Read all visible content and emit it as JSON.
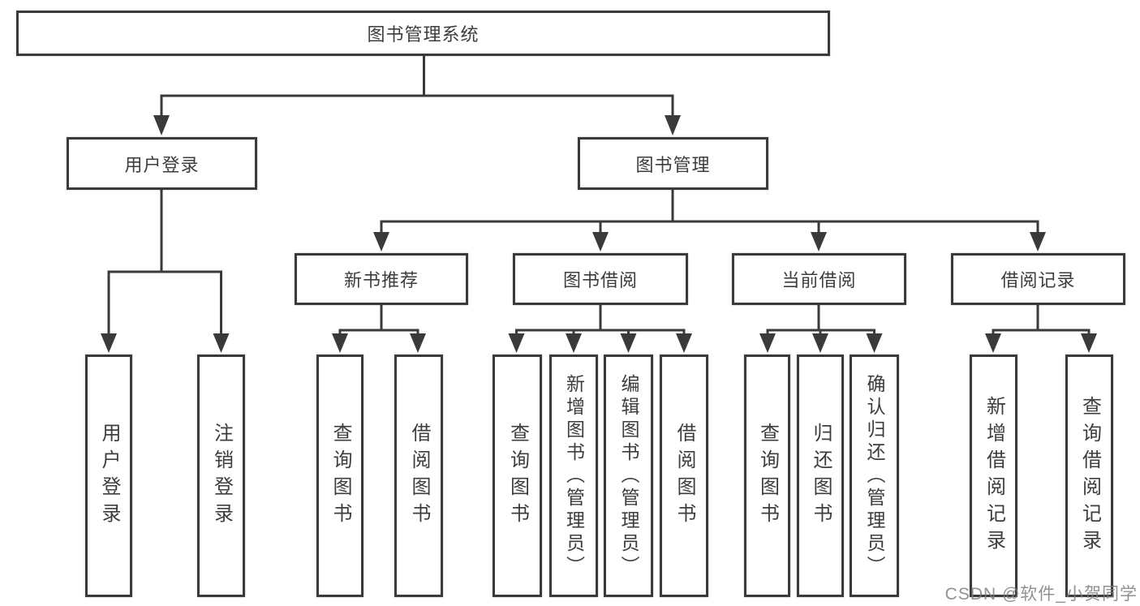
{
  "tree": {
    "root": {
      "label": "图书管理系统",
      "children": [
        {
          "label": "用户登录",
          "children": [
            {
              "label": "用户登录"
            },
            {
              "label": "注销登录"
            }
          ]
        },
        {
          "label": "图书管理",
          "children": [
            {
              "label": "新书推荐",
              "children": [
                {
                  "label": "查询图书"
                },
                {
                  "label": "借阅图书"
                }
              ]
            },
            {
              "label": "图书借阅",
              "children": [
                {
                  "label": "查询图书"
                },
                {
                  "label": "新增图书（管理员）"
                },
                {
                  "label": "编辑图书（管理员）"
                },
                {
                  "label": "借阅图书"
                }
              ]
            },
            {
              "label": "当前借阅",
              "children": [
                {
                  "label": "查询图书"
                },
                {
                  "label": "归还图书"
                },
                {
                  "label": "确认归还（管理员）"
                }
              ]
            },
            {
              "label": "借阅记录",
              "children": [
                {
                  "label": "新增借阅记录"
                },
                {
                  "label": "查询借阅记录"
                }
              ]
            }
          ]
        }
      ]
    }
  },
  "watermark": {
    "text": "CSDN @软件_小贺同学"
  },
  "colors": {
    "line": "#3a3a3a",
    "box_border": "#3a3a3a",
    "text": "#3d3d3d",
    "background": "#ffffff",
    "watermark": "#7d7d82"
  }
}
